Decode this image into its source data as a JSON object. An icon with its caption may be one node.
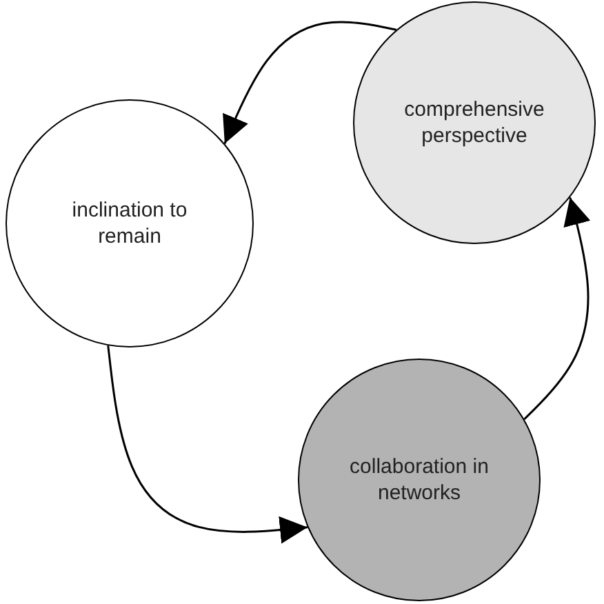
{
  "diagram": {
    "nodes": [
      {
        "text": [
          "comprehensive perspective"
        ]
      },
      {
        "text": [
          "inclination to remain"
        ]
      },
      {
        "text": [
          "collaboration in networks"
        ]
      }
    ],
    "edges": [
      {
        "from": 0,
        "to": 1,
        "arrow": "to"
      },
      {
        "from": 1,
        "to": 2,
        "arrow": "to"
      },
      {
        "from": 2,
        "to": 0,
        "arrow": "to"
      }
    ]
  }
}
